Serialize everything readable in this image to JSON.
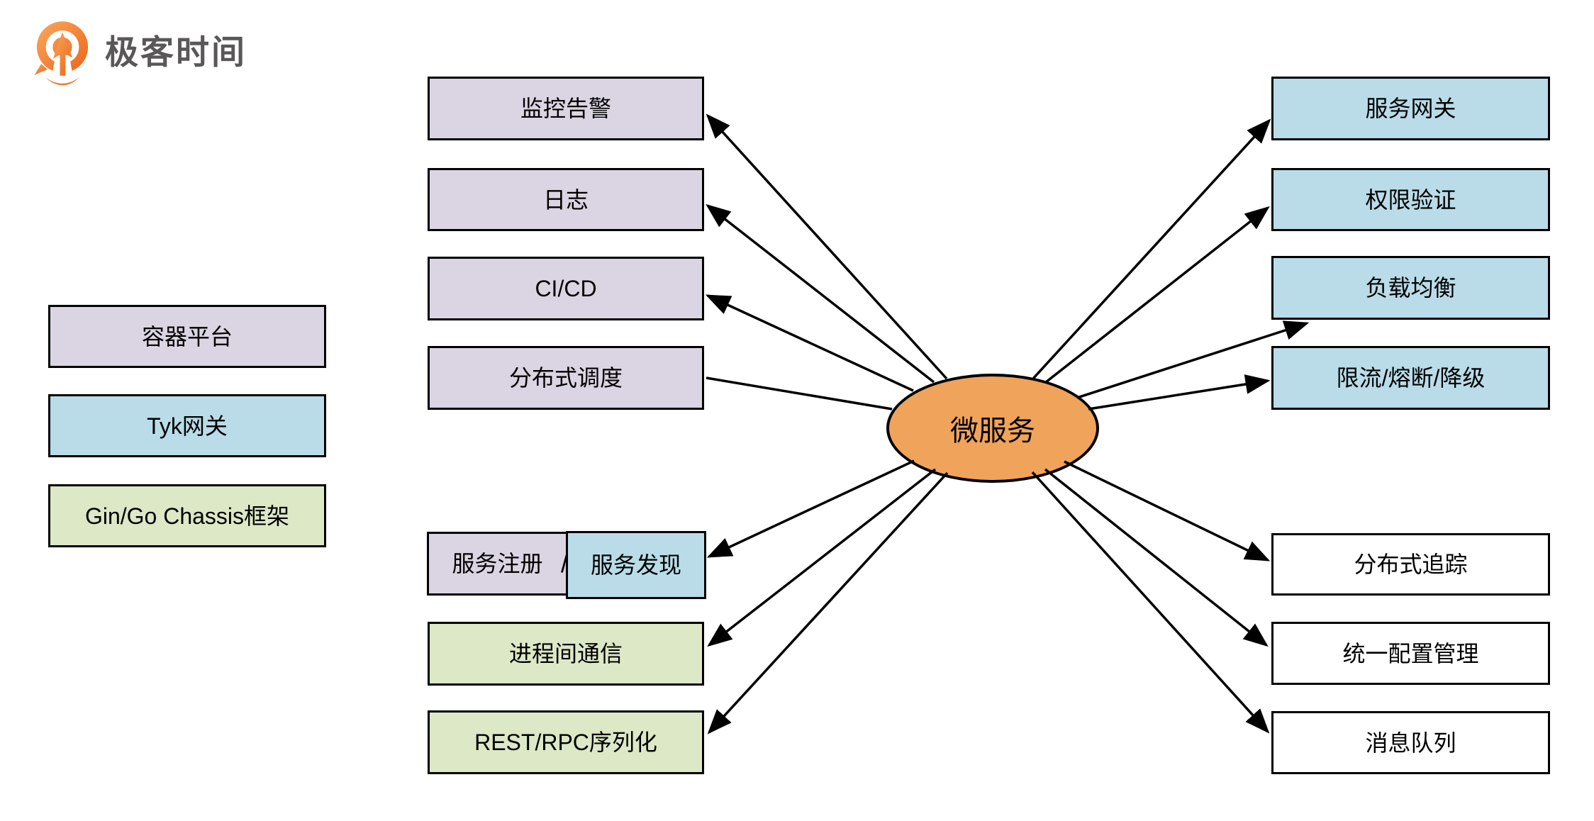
{
  "brand": {
    "name": "极客时间"
  },
  "center": {
    "label": "微服务"
  },
  "colors": {
    "lavender": "#dbd5e3",
    "blue": "#b9dce8",
    "green": "#dce8c6",
    "white": "#ffffff",
    "center_orange": "#f0a35b",
    "brand_orange": "#ed6a1c",
    "brand_text": "#595757",
    "line": "#000000"
  },
  "legend": [
    {
      "label": "容器平台"
    },
    {
      "label": "Tyk网关"
    },
    {
      "label": "Gin/Go Chassis框架"
    }
  ],
  "middle_top": [
    {
      "label": "监控告警"
    },
    {
      "label": "日志"
    },
    {
      "label": "CI/CD"
    },
    {
      "label": "分布式调度"
    }
  ],
  "split": {
    "left": "服务注册",
    "sep": "/",
    "right": "服务发现"
  },
  "middle_bottom": [
    {
      "label": "进程间通信"
    },
    {
      "label": "REST/RPC序列化"
    }
  ],
  "right_top": [
    {
      "label": "服务网关"
    },
    {
      "label": "权限验证"
    },
    {
      "label": "负载均衡"
    },
    {
      "label": "限流/熔断/降级"
    }
  ],
  "right_bottom": [
    {
      "label": "分布式追踪"
    },
    {
      "label": "统一配置管理"
    },
    {
      "label": "消息队列"
    }
  ]
}
